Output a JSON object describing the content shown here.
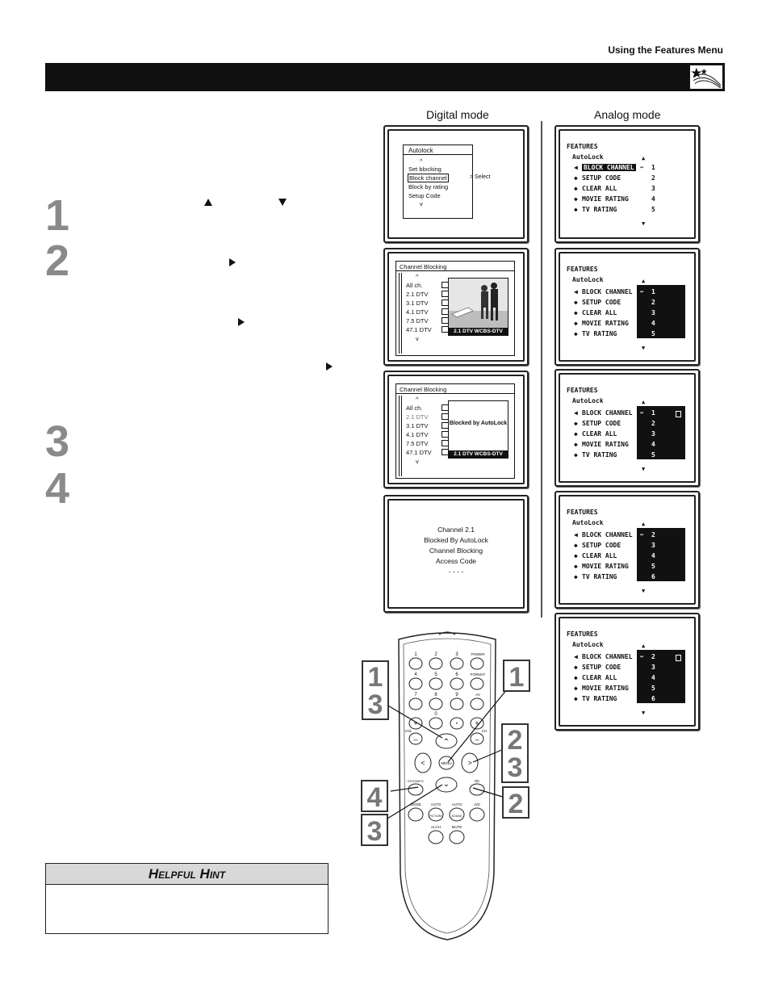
{
  "header": {
    "section_title": "Using the Features Menu",
    "logo_icon": "shooting-star-icon"
  },
  "columns": {
    "digital_label": "Digital mode",
    "analog_label": "Analog mode"
  },
  "steps": [
    "1",
    "2",
    "3",
    "4"
  ],
  "digital": {
    "autolock_menu": {
      "title": "Autolock",
      "up": "^",
      "items": [
        "Set blocking",
        "Block channel",
        "Block by rating",
        "Setup Code"
      ],
      "selected": "Block channel",
      "select_hint": "> Select",
      "down": "v"
    },
    "channel_blocking_1": {
      "title": "Channel Blocking",
      "up": "^",
      "rows": [
        "All ch.",
        "2.1 DTV",
        "3.1 DTV",
        "4.1 DTV",
        "7.5 DTV",
        "47.1 DTV"
      ],
      "down": "v",
      "caption": "2.1 DTV WCBS-DTV"
    },
    "channel_blocking_2": {
      "title": "Channel Blocking",
      "up": "^",
      "rows": [
        "All ch.",
        "2.1 DTV",
        "3.1 DTV",
        "4.1 DTV",
        "7.5 DTV",
        "47.1 DTV"
      ],
      "down": "v",
      "blocked_text": "Blocked by AutoLock",
      "caption": "2.1 DTV WCBS-DTV"
    },
    "message": {
      "lines": [
        "Channel 2.1",
        "Blocked By AutoLock",
        "Channel Blocking",
        "Access Code",
        "- - - -"
      ]
    }
  },
  "analog": {
    "title": "FEATURES",
    "subtitle": "AutoLock",
    "items": [
      "BLOCK CHANNEL",
      "SETUP CODE",
      "CLEAR ALL",
      "MOVIE RATING",
      "TV RATING"
    ],
    "arrow": "↔",
    "up": "▲",
    "down": "▼",
    "screens": [
      {
        "numbers": [
          "1",
          "2",
          "3",
          "4",
          "5"
        ]
      },
      {
        "numbers": [
          "1",
          "2",
          "3",
          "4",
          "5"
        ]
      },
      {
        "numbers": [
          "1",
          "2",
          "3",
          "4",
          "5"
        ]
      },
      {
        "numbers": [
          "2",
          "3",
          "4",
          "5",
          "6"
        ]
      },
      {
        "numbers": [
          "2",
          "3",
          "4",
          "5",
          "6"
        ]
      }
    ]
  },
  "remote": {
    "buttons": {
      "power": "POWER",
      "format": "FORMAT",
      "av": "AV",
      "menu": "MENU",
      "exit_info": "EXIT/INFO",
      "ok": "OK",
      "vol": "VOL",
      "ch": "CH",
      "auto_picture": "AUTO",
      "auto_sound": "AUTO",
      "picture": "PICTURE",
      "sound": "SOUND",
      "ad": "A/D",
      "alch": "ALCH",
      "mute": "MUTE",
      "mode": "MODE"
    },
    "digits": [
      "1",
      "2",
      "3",
      "4",
      "5",
      "6",
      "7",
      "8",
      "9",
      "0",
      "•"
    ],
    "callouts": {
      "left_top": [
        "1",
        "3"
      ],
      "right_top": "1",
      "right_mid": [
        "2",
        "3"
      ],
      "left_low": "4",
      "right_low": "2",
      "left_bottom": "3"
    }
  },
  "hint": {
    "title_initial_1": "H",
    "title_rest_1": "ELPFUL",
    "title_initial_2": "H",
    "title_rest_2": "INT"
  }
}
